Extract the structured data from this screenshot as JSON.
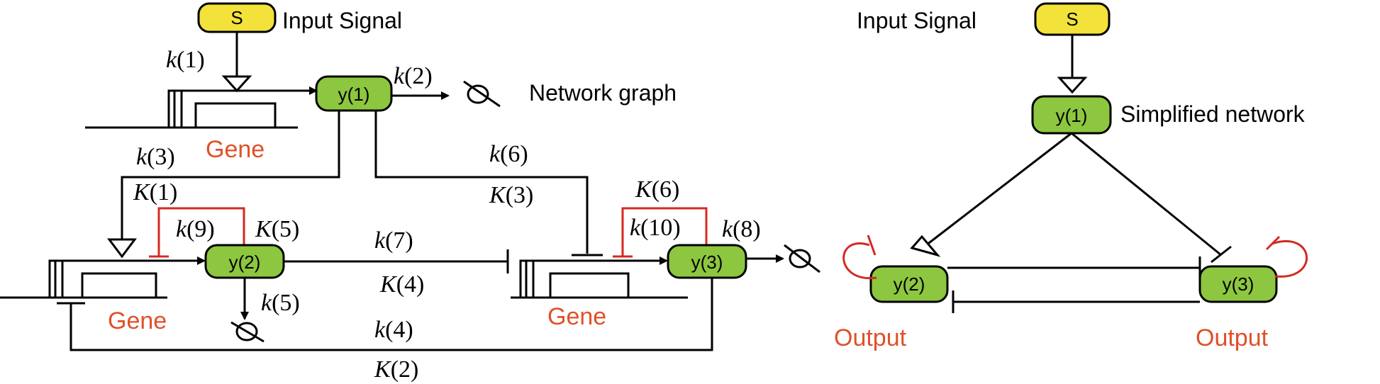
{
  "colors": {
    "input_node": "#f2e23a",
    "species_node": "#8dc63f",
    "gene_label": "#e0502a",
    "repression_loop": "#d42a22"
  },
  "left_panel": {
    "input_node_label": "S",
    "input_caption": "Input Signal",
    "network_caption": "Network graph",
    "gene_labels": [
      "Gene",
      "Gene",
      "Gene"
    ],
    "nodes": [
      "y(1)",
      "y(2)",
      "y(3)"
    ],
    "params": {
      "k1": {
        "sym": "k",
        "idx": "(1)"
      },
      "k2": {
        "sym": "k",
        "idx": "(2)"
      },
      "k3": {
        "sym": "k",
        "idx": "(3)"
      },
      "K1": {
        "sym": "K",
        "idx": "(1)"
      },
      "k6": {
        "sym": "k",
        "idx": "(6)"
      },
      "K3": {
        "sym": "K",
        "idx": "(3)"
      },
      "k9": {
        "sym": "k",
        "idx": "(9)"
      },
      "K5": {
        "sym": "K",
        "idx": "(5)"
      },
      "k7": {
        "sym": "k",
        "idx": "(7)"
      },
      "K4": {
        "sym": "K",
        "idx": "(4)"
      },
      "K6": {
        "sym": "K",
        "idx": "(6)"
      },
      "k10": {
        "sym": "k",
        "idx": "(10)"
      },
      "k8": {
        "sym": "k",
        "idx": "(8)"
      },
      "k5": {
        "sym": "k",
        "idx": "(5)"
      },
      "k4": {
        "sym": "k",
        "idx": "(4)"
      },
      "K2": {
        "sym": "K",
        "idx": "(2)"
      }
    }
  },
  "right_panel": {
    "input_caption": "Input Signal",
    "input_node_label": "S",
    "simplified_caption": "Simplified network",
    "nodes": [
      "y(1)",
      "y(2)",
      "y(3)"
    ],
    "output_labels": [
      "Output",
      "Output"
    ]
  }
}
